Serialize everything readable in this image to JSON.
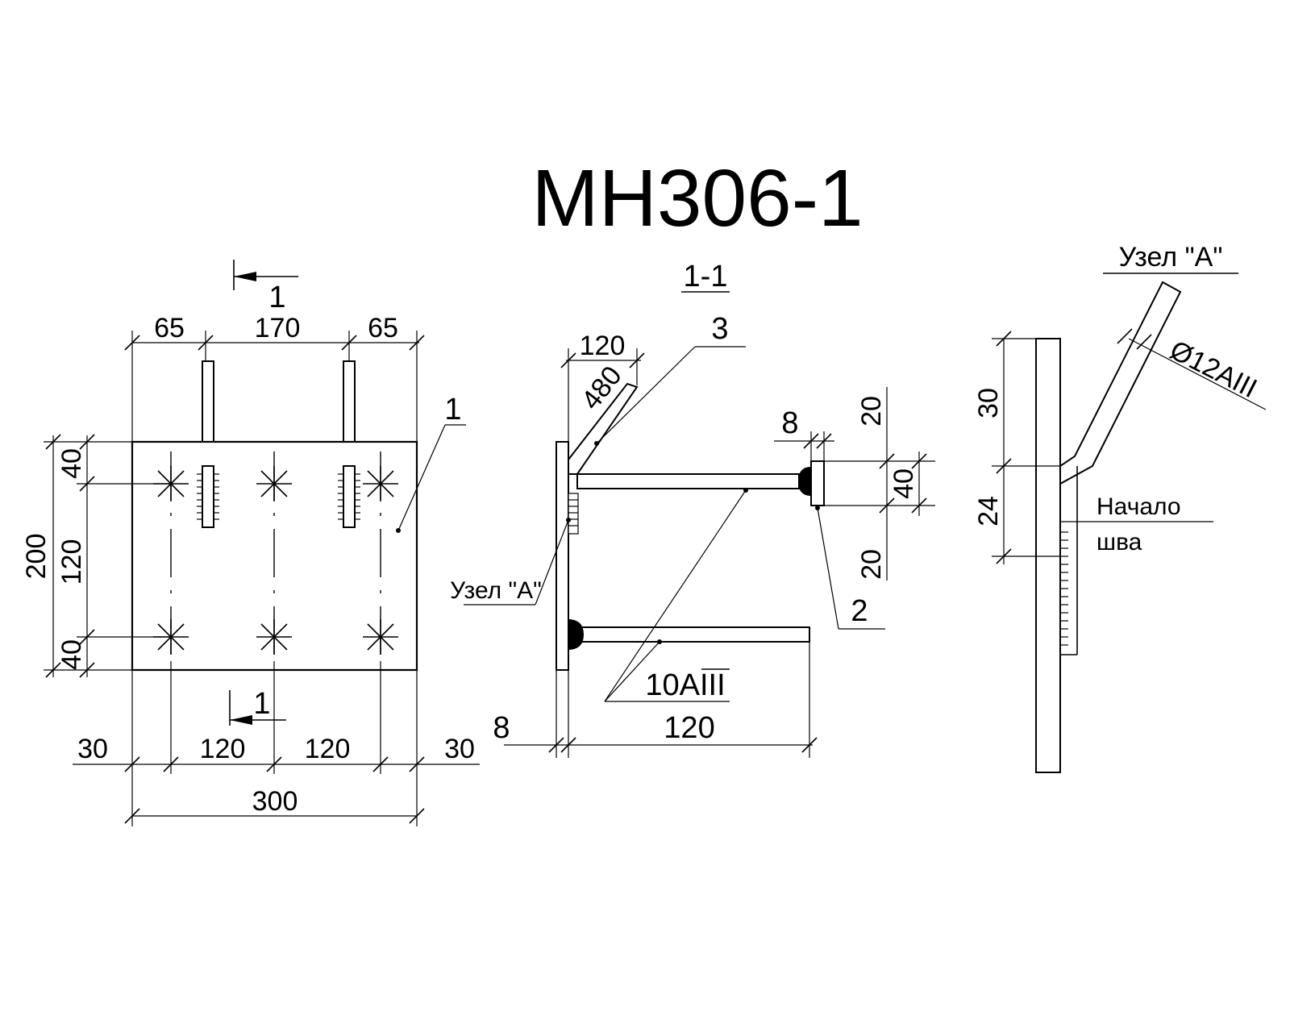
{
  "title": "МН306-1",
  "plan": {
    "section_mark_top": "1",
    "section_mark_bottom": "1",
    "dim_top": [
      "65",
      "170",
      "65"
    ],
    "dim_left_outer": "200",
    "dim_left_inner": [
      "40",
      "120",
      "40"
    ],
    "dim_bottom_row": [
      "30",
      "120",
      "120",
      "30"
    ],
    "dim_bottom_total": "300",
    "part_label": "1"
  },
  "section": {
    "title": "1-1",
    "dim_top": "120",
    "dim_diagonal": "480",
    "part_label_3": "3",
    "part_label_2": "2",
    "dim_plate": "8",
    "dim_right": [
      "20",
      "40",
      "20"
    ],
    "node_label": "Узел \"А\"",
    "rebar_label": "10АIII",
    "dim_bottom_plate": "8",
    "dim_bottom_length": "120"
  },
  "node": {
    "title": "Узел \"А\"",
    "dim_upper": "30",
    "dim_lower": "24",
    "rebar_label": "Ø12АIII",
    "weld_label_line1": "Начало",
    "weld_label_line2": "шва"
  }
}
